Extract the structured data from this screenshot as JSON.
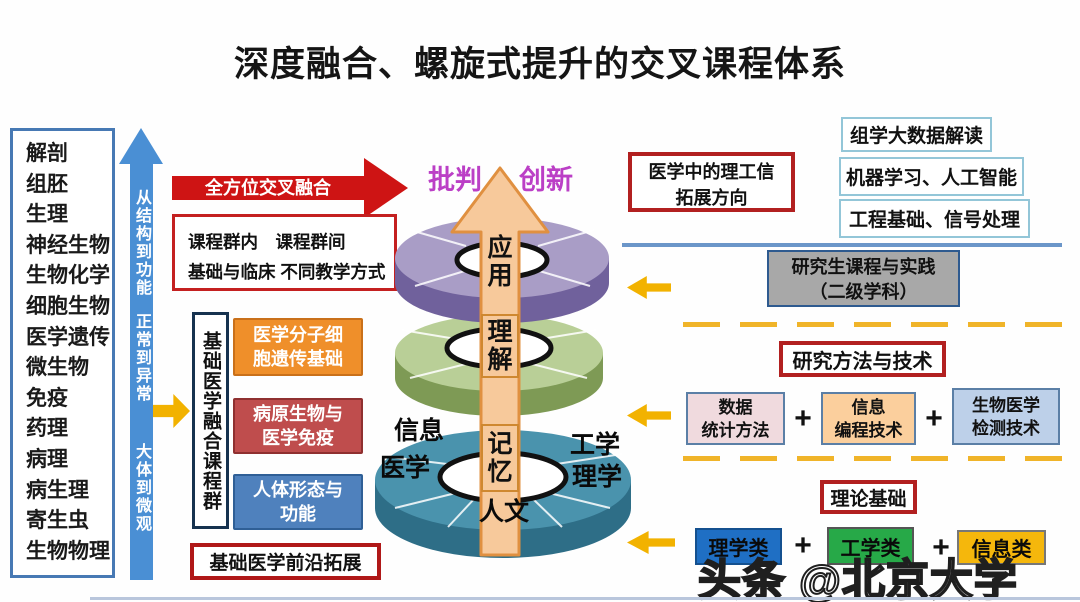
{
  "title": "深度融合、螺旋式提升的交叉课程体系",
  "watermark": "头条 @北京大学",
  "colors": {
    "axis_blue": "#4a8fd4",
    "accent_red": "#ce1414",
    "yellow_arrow": "#f2b200",
    "disc_top_purple": "#a99dc6",
    "disc_mid_green": "#b9cf97",
    "disc_bottom_teal": "#4a93ad",
    "center_arrow_tan": "#f7c99b",
    "critique_magenta": "#bb3fc6",
    "course_orange": "#ef8f2a",
    "course_red": "#bf4d4d",
    "course_blue": "#4f81bd",
    "theory_blue": "#1f6fc4",
    "theory_green": "#27a948",
    "theory_yellow": "#f5b70c"
  },
  "left": {
    "subjects": [
      "解剖",
      "组胚",
      "生理",
      "神经生物",
      "生物化学",
      "细胞生物",
      "医学遗传",
      "微生物",
      "免疫",
      "药理",
      "病理",
      "病生理",
      "寄生虫",
      "生物物理"
    ],
    "axis_phrases": [
      "从结构到功能",
      "正常到异常",
      "大体到微观"
    ]
  },
  "fusion": {
    "arrow_label": "全方位交叉融合",
    "box_line1": "课程群内　课程群间",
    "box_line2": "基础与临床 不同教学方式",
    "group_title": "基础医学融合课程群",
    "courses": [
      {
        "line1": "医学分子细",
        "line2": "胞遗传基础"
      },
      {
        "line1": "病原生物与",
        "line2": "医学免疫"
      },
      {
        "line1": "人体形态与",
        "line2": "功能"
      }
    ],
    "frontier": "基础医学前沿拓展"
  },
  "pyramid": {
    "crit_left": "批判",
    "crit_right": "创新",
    "levels": [
      {
        "label": "应用"
      },
      {
        "label": "理解"
      },
      {
        "label": "记忆"
      }
    ],
    "disciplines": {
      "info": "信息",
      "medicine": "医学",
      "humanities": "人文",
      "engineering": "工学",
      "science": "理学"
    }
  },
  "right": {
    "direction_line1": "医学中的理工信",
    "direction_line2": "拓展方向",
    "topics": [
      "组学大数据解读",
      "机器学习、人工智能",
      "工程基础、信号处理"
    ],
    "grad_line1": "研究生课程与实践",
    "grad_line2": "（二级学科）",
    "methods_title": "研究方法与技术",
    "methods": [
      {
        "line1": "数据",
        "line2": "统计方法"
      },
      {
        "line1": "信息",
        "line2": "编程技术"
      },
      {
        "line1": "生物医学",
        "line2": "检测技术"
      }
    ],
    "plus": "+",
    "theory_title": "理论基础",
    "theory_items": [
      "理学类",
      "工学类",
      "信息类"
    ]
  }
}
